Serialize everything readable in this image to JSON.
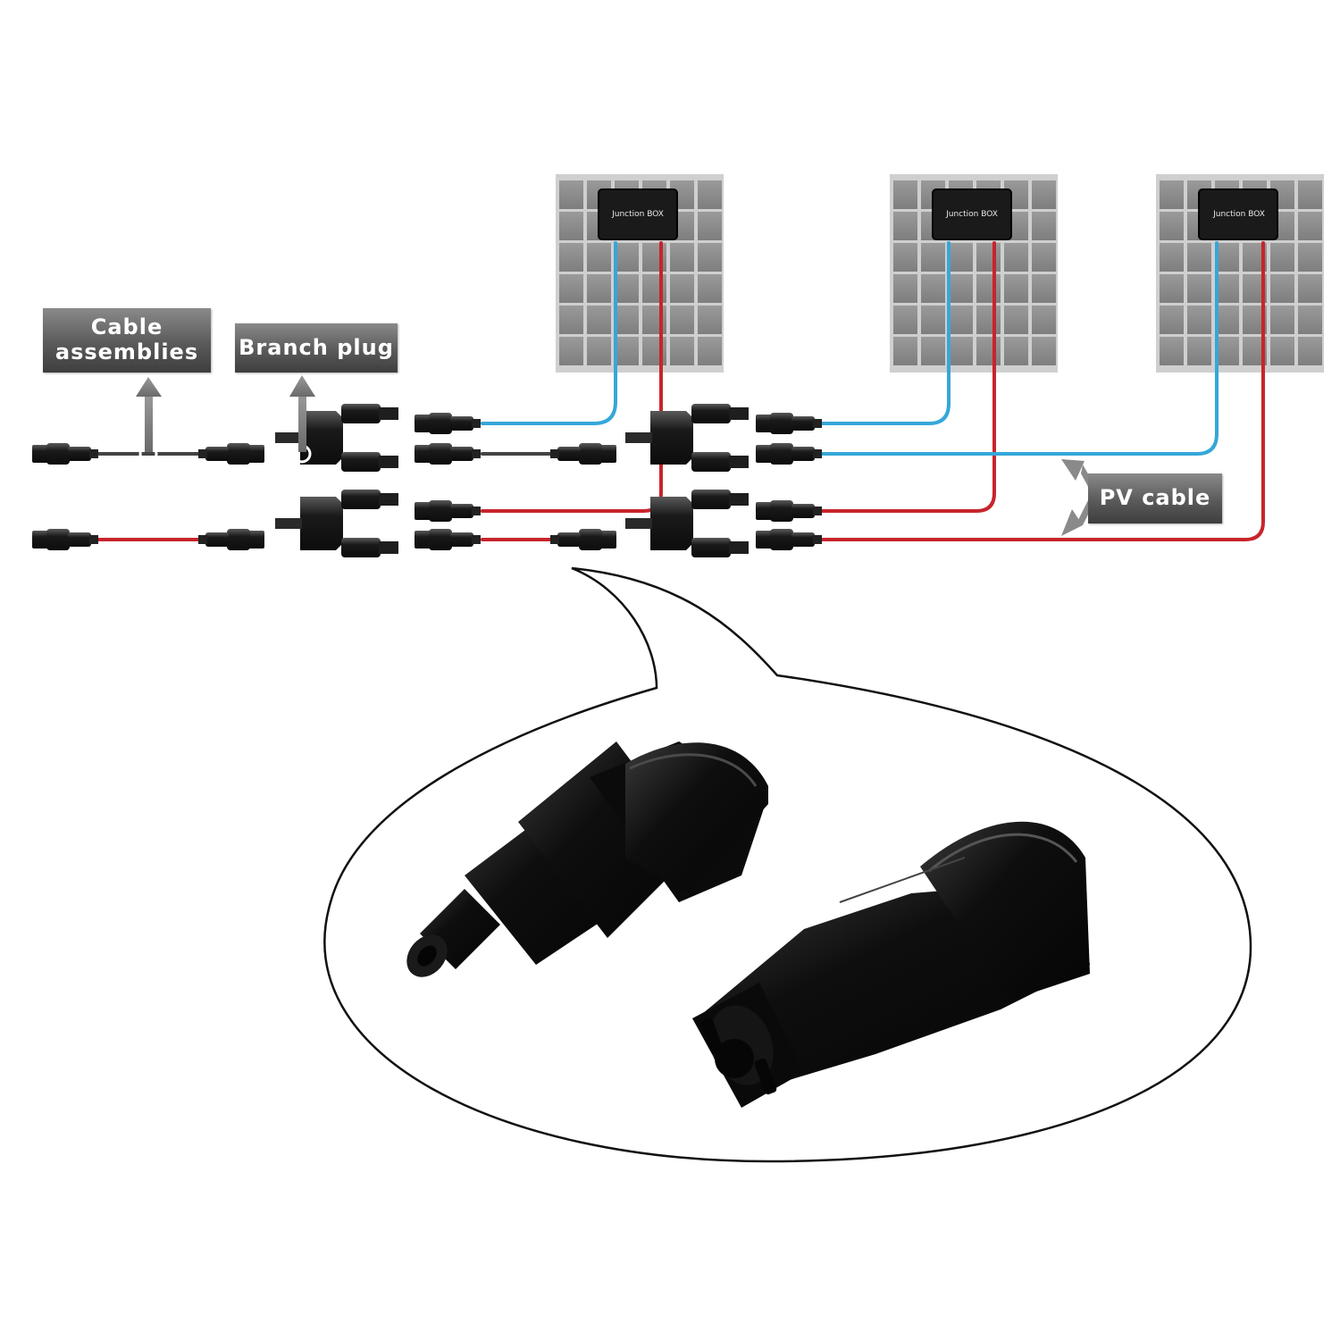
{
  "labels": {
    "cable_assemblies_line1": "Cable",
    "cable_assemblies_line2": "assemblies",
    "branch_plug": "Branch plug",
    "pv_cable": "PV cable"
  },
  "panels": [
    {
      "junction_box_label": "Junction BOX"
    },
    {
      "junction_box_label": "Junction BOX"
    },
    {
      "junction_box_label": "Junction BOX"
    }
  ],
  "colors": {
    "positive_cable": "#c8242c",
    "negative_cable": "#35a7d9",
    "panel_cell": "#8d8d8d",
    "panel_frame": "#cfcfcf",
    "connector_body": "#1c1c1c",
    "label_box": "#5a5a5a"
  },
  "icons": [
    "arrow-up-icon",
    "double-arrow-icon",
    "mc4-male-connector-icon",
    "mc4-female-connector-icon",
    "y-branch-connector-icon"
  ]
}
